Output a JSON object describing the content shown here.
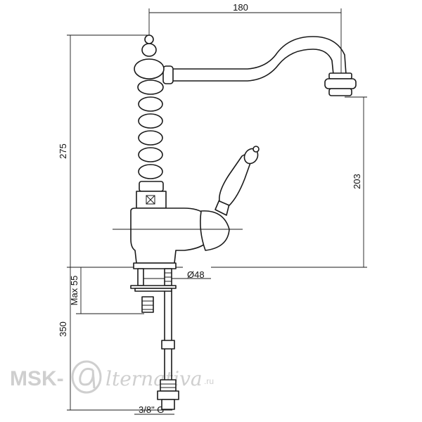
{
  "dimensions": {
    "spout_reach": "180",
    "total_height": "275",
    "outlet_height": "203",
    "base_diameter": "Ø48",
    "max_thickness": "Max 55",
    "hose_length": "350",
    "connection": "3/8\" G"
  },
  "watermark": {
    "prefix": "MSK-",
    "script": "lternativa",
    "suffix": ".ru"
  },
  "colors": {
    "line": "#1a1a1a",
    "watermark": "#cfcfcf"
  }
}
